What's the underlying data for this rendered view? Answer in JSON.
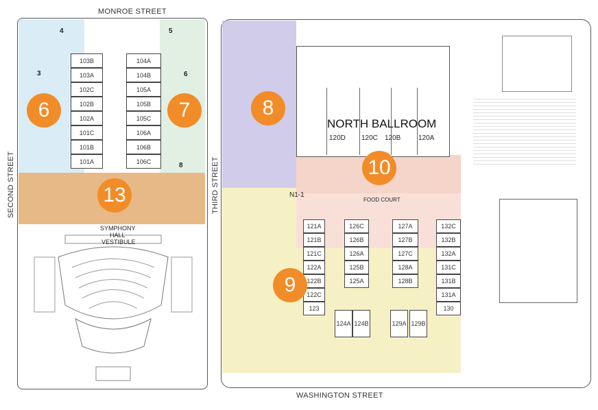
{
  "streets": {
    "north": "MONROE STREET",
    "south": "WASHINGTON STREET",
    "west": "SECOND STREET",
    "middle": "THIRD STREET"
  },
  "zones": [
    {
      "id": "6",
      "color": "#cfe6f3"
    },
    {
      "id": "7",
      "color": "#d4ead8"
    },
    {
      "id": "8",
      "color": "#d7d3ea"
    },
    {
      "id": "9",
      "color": "#f6f1c6"
    },
    {
      "id": "10",
      "color": "#f6d9cf"
    },
    {
      "id": "13",
      "color": "#e5b886"
    }
  ],
  "badges": {
    "b6": "6",
    "b7": "7",
    "b8": "8",
    "b9": "9",
    "b10": "10",
    "b13": "13"
  },
  "west_rooms": {
    "left": [
      "103B",
      "103A",
      "102C",
      "102B",
      "102A",
      "101C",
      "101B",
      "101A"
    ],
    "right": [
      "104A",
      "104B",
      "105A",
      "105B",
      "105C",
      "106A",
      "106B",
      "106C"
    ]
  },
  "west_small_labels": {
    "l4": "4",
    "l5": "5",
    "l3": "3",
    "l6": "6",
    "l8": "8"
  },
  "symphony": {
    "line1": "SYMPHONY",
    "line2": "HALL",
    "line3": "VESTIBULE"
  },
  "north_ballroom": {
    "title": "NORTH BALLROOM",
    "sections": [
      "120D",
      "120C",
      "120B",
      "120A"
    ]
  },
  "labels": {
    "n11": "N1-1",
    "food_court": "FOOD COURT"
  },
  "east_rooms": {
    "col1": [
      "121A",
      "121B",
      "121C",
      "122A",
      "122B",
      "122C",
      "123"
    ],
    "col2": [
      "126C",
      "126B",
      "126A",
      "125B",
      "125A"
    ],
    "col3": [
      "127A",
      "127B",
      "127C",
      "128A",
      "128B"
    ],
    "col4": [
      "132C",
      "132B",
      "132A",
      "131C",
      "131B",
      "131A",
      "130"
    ],
    "bottom": [
      "124A",
      "124B",
      "129A",
      "129B"
    ]
  }
}
